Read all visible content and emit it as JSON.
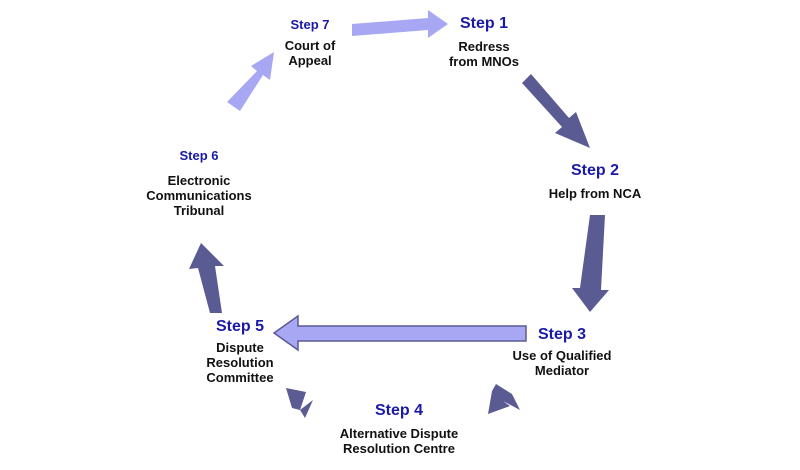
{
  "steps": [
    {
      "step": "Step 1",
      "desc": "Redress\nfrom MNOs"
    },
    {
      "step": "Step 2",
      "desc": "Help from NCA"
    },
    {
      "step": "Step 3",
      "desc": "Use of Qualified\nMediator"
    },
    {
      "step": "Step 4",
      "desc": "Alternative Dispute\nResolution Centre"
    },
    {
      "step": "Step 5",
      "desc": "Dispute\nResolution\nCommittee"
    },
    {
      "step": "Step 6",
      "desc": "Electronic\nCommunications\nTribunal"
    },
    {
      "step": "Step 7",
      "desc": "Court of\nAppeal"
    }
  ],
  "colors": {
    "dark_arrow": "#5b5b94",
    "light_arrow": "#a7a7f4",
    "step_label": "#1a1aa6",
    "text": "#111111"
  }
}
